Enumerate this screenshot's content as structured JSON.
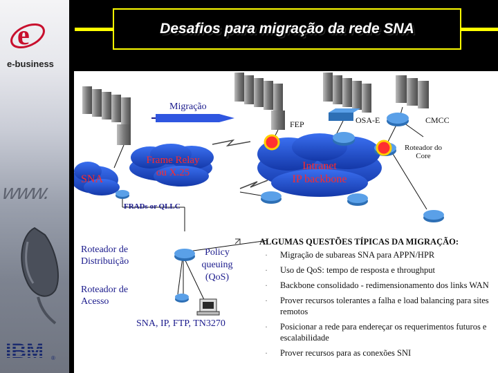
{
  "title": "Desafios para migração da rede SNA",
  "branding": {
    "tagline": "e-business",
    "www": "www.",
    "vendor": "IBM"
  },
  "diagram": {
    "migracao": "Migração",
    "fep": "FEP",
    "osa_e": "OSA-E",
    "cmcc": "CMCC",
    "roteador_core": [
      "Roteador do",
      "Core"
    ],
    "intranet": [
      "Intranet",
      "IP backbone"
    ],
    "frame_relay": [
      "Frame Relay",
      "ou X.25"
    ],
    "sna": "SNA",
    "frads": "FRADs or QLLC",
    "roteador_dist": [
      "Roteador de",
      "Distribuição"
    ],
    "roteador_acesso": [
      "Roteador de",
      "Acesso"
    ],
    "policy": [
      "Policy",
      "queuing",
      "(QoS)"
    ],
    "protocols": "SNA, IP, FTP, TN3270"
  },
  "questions": {
    "header": "ALGUMAS QUESTÕES TÍPICAS DA MIGRAÇÃO:",
    "items": [
      "Migração de subareas SNA para APPN/HPR",
      "Uso de  QoS: tempo de resposta e throughput",
      "Backbone consolidado - redimensionamento dos links WAN",
      "Prover recursos tolerantes a falha e load balancing para sites remotos",
      "Posicionar a rede para endereçar os requerimentos futuros e escalabilidade",
      "Prover recursos para as conexões SNI"
    ]
  },
  "colors": {
    "accent": "#ffff00",
    "label_blue": "#1a1a8c",
    "cloud": "#1f4fd6",
    "router": "#2d6fb5"
  }
}
